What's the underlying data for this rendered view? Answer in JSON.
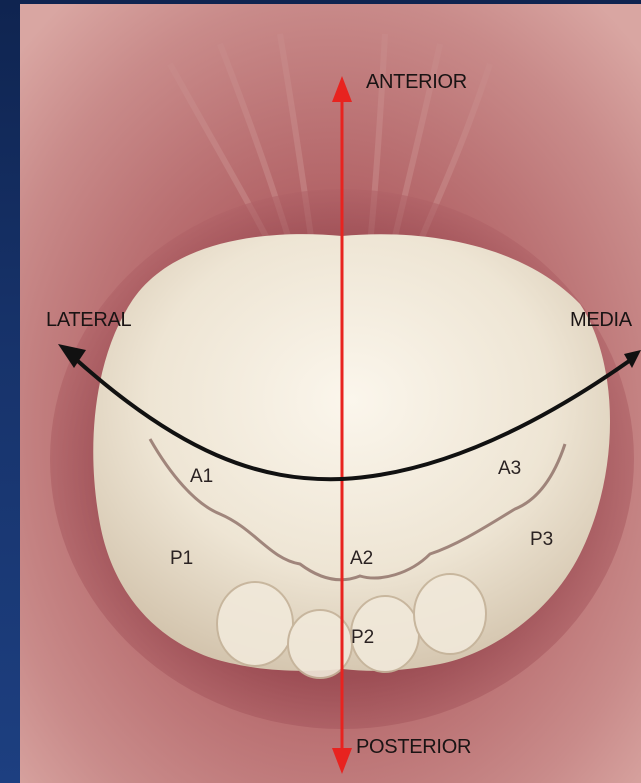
{
  "orientation": {
    "anterior": "ANTERIOR",
    "posterior": "POSTERIOR",
    "lateral": "LATERAL",
    "medial": "MEDIA"
  },
  "segments": {
    "a1": "A1",
    "a2": "A2",
    "a3": "A3",
    "p1": "P1",
    "p2": "P2",
    "p3": "P3"
  },
  "colors": {
    "background": "#17336b",
    "tissue": "#b86a6e",
    "leaflet": "#f3ece0",
    "arrow_red": "#e8231f",
    "arrow_black": "#111111"
  }
}
